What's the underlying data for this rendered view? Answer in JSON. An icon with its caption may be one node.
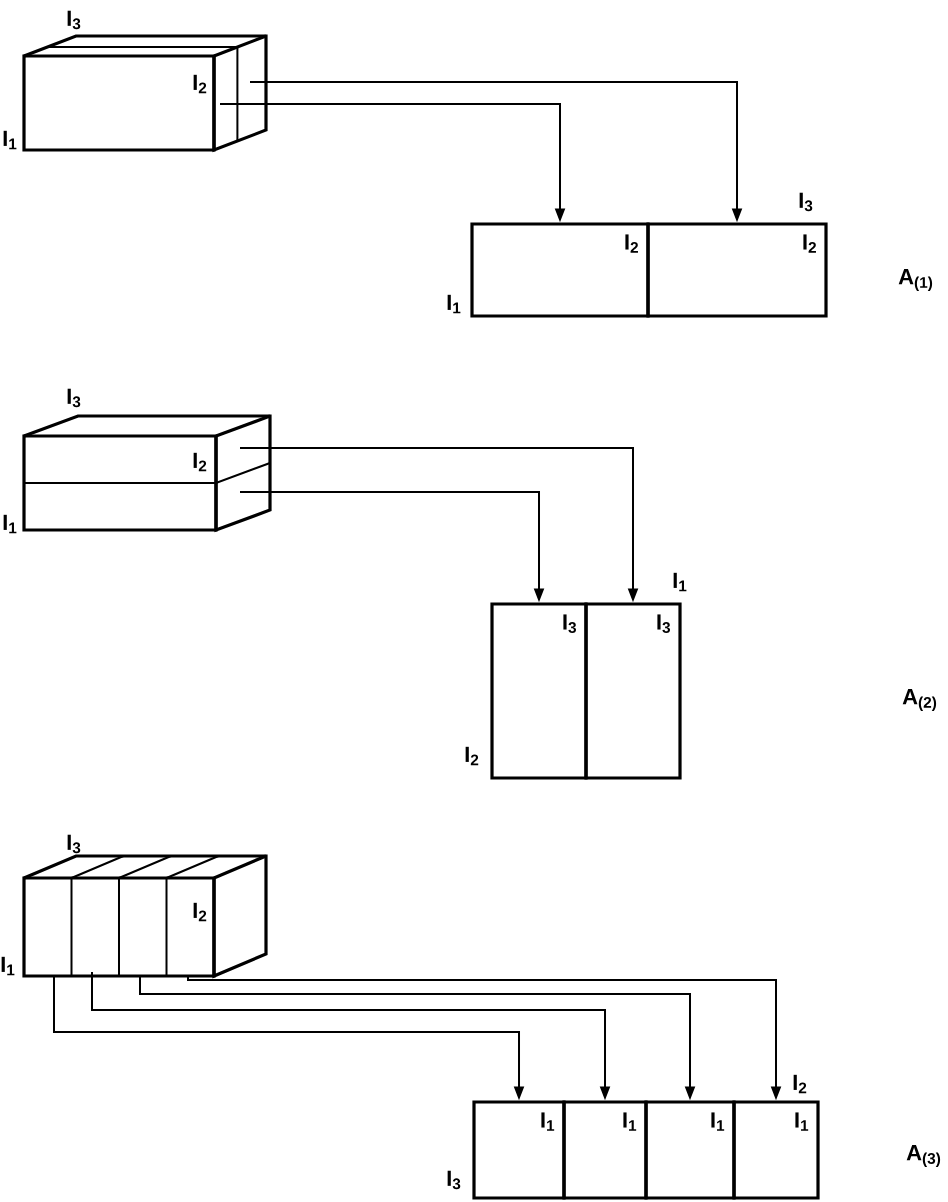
{
  "diagram": {
    "nodes": [
      {
        "text": [
          "I$_{2}$"
        ]
      },
      {
        "text": [
          "I$_{2}$"
        ]
      },
      {
        "text": [
          "I$_{2}$"
        ]
      },
      {
        "text": [
          "I$_{2}$"
        ]
      },
      {
        "text": [
          "I$_{3}$"
        ]
      },
      {
        "text": [
          "I$_{3}$"
        ]
      },
      {
        "text": [
          "I$_{2}$"
        ]
      },
      {
        "text": [
          "I$_{1}$"
        ]
      },
      {
        "text": [
          "I$_{1}$"
        ]
      },
      {
        "text": [
          "I$_{1}$"
        ]
      },
      {
        "text": [
          "I$_{1}$"
        ]
      }
    ],
    "edges": [
      {
        "from": 0,
        "to": 1,
        "arrow": "to"
      },
      {
        "from": 0,
        "to": 2,
        "arrow": "to"
      },
      {
        "from": 3,
        "to": 4,
        "arrow": "to"
      },
      {
        "from": 3,
        "to": 5,
        "arrow": "to"
      },
      {
        "from": 6,
        "to": 7,
        "arrow": "to"
      },
      {
        "from": 6,
        "to": 8,
        "arrow": "to"
      },
      {
        "from": 6,
        "to": 9,
        "arrow": "to"
      },
      {
        "from": 6,
        "to": 10,
        "arrow": "to"
      }
    ],
    "labels": [
      "I$_{3}$",
      "I$_{1}$",
      "I$_{3}$",
      "I$_{1}$",
      "A$_{(1)}$",
      "I$_{3}$",
      "I$_{1}$",
      "I$_{1}$",
      "I$_{2}$",
      "A$_{(2)}$",
      "I$_{3}$",
      "I$_{1}$",
      "I$_{2}$",
      "I$_{3}$",
      "A$_{(3)}$"
    ]
  }
}
